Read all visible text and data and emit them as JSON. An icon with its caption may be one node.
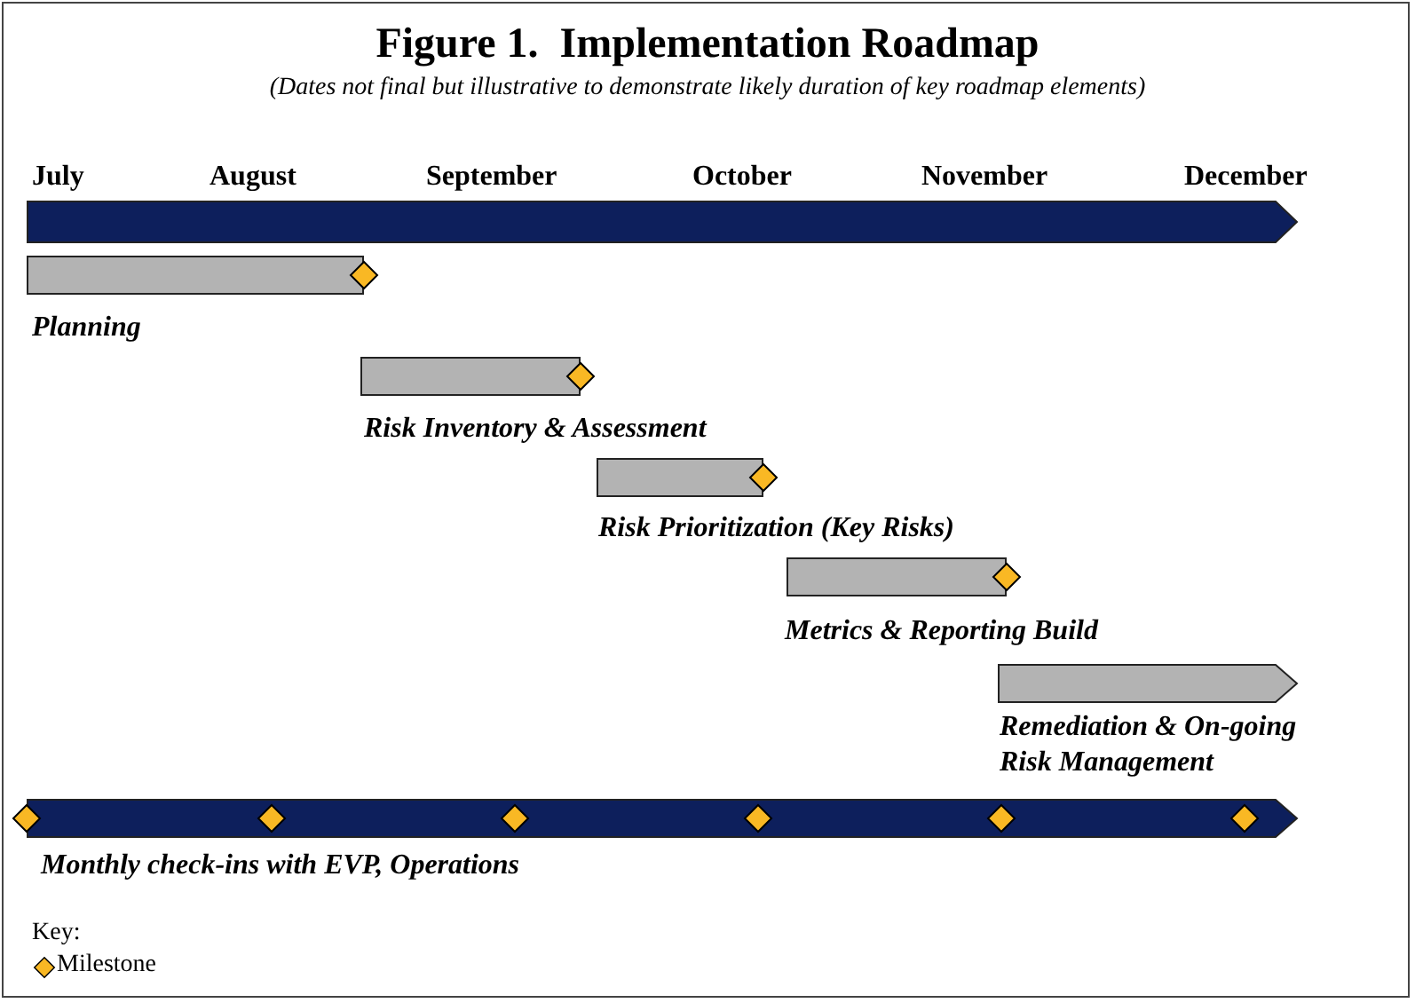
{
  "diagram": {
    "title": "Figure 1.  Implementation Roadmap",
    "caption": "(Dates not final but illustrative to demonstrate likely duration of key roadmap elements)",
    "nodes": [
      {
        "text": [],
        "shape": "bar"
      },
      {
        "text": [
          "Planning"
        ]
      },
      {
        "text": [
          "Risk Inventory & Assessment"
        ]
      },
      {
        "text": [
          "Risk Prioritization (Key Risks)"
        ]
      },
      {
        "text": [
          "Metrics & Reporting Build"
        ]
      },
      {
        "text": [
          "Remediation & On-going Risk Management"
        ]
      },
      {
        "text": [
          "Monthly check-ins with EVP, Operations"
        ]
      }
    ],
    "edges": [],
    "labels": [
      "July",
      "August",
      "September",
      "October",
      "November",
      "December",
      "Key:"
    ],
    "legend": [
      {
        "text": "Milestone"
      }
    ]
  }
}
